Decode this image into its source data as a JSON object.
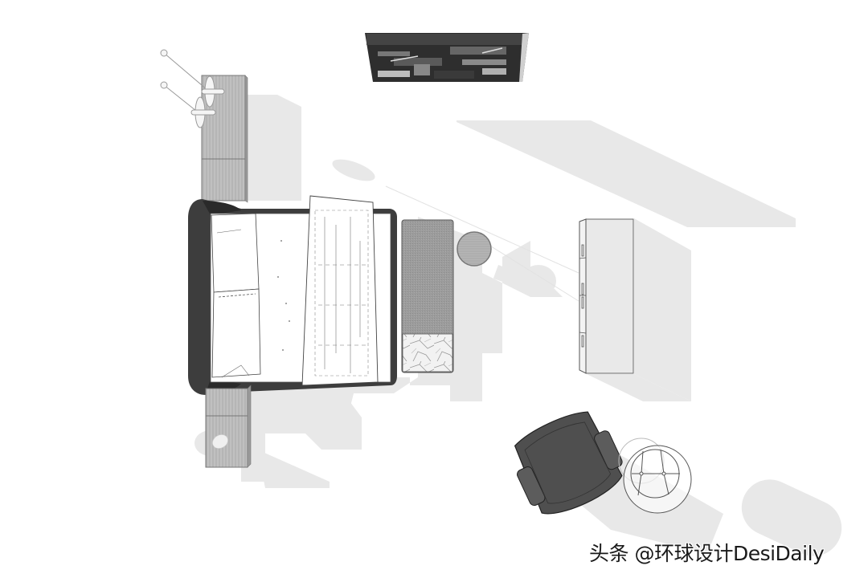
{
  "scene": {
    "type": "floor-plan",
    "title": "Bedroom top-down furniture plan",
    "view": "top-down with cast shadows",
    "colors": {
      "background": "#ffffff",
      "shadow": "#e8e8e8",
      "bed_frame": "#3d3d3d",
      "linen": "#ffffff",
      "wood": "#b8b8b8",
      "bench_fabric": "#9a9a9a",
      "chair": "#555555",
      "outline": "#333333"
    }
  },
  "objects": [
    {
      "id": "rug-artwork",
      "label": "Patterned panel / artwork",
      "position": "top center"
    },
    {
      "id": "wall-sconces",
      "label": "Two wall sconce lamps",
      "count": 2
    },
    {
      "id": "tall-cabinet-left",
      "label": "Wooden headboard cabinet"
    },
    {
      "id": "bed",
      "label": "Double bed with pillows and folded throw"
    },
    {
      "id": "bench",
      "label": "Upholstered bench with marble end"
    },
    {
      "id": "side-table-round",
      "label": "Round side table"
    },
    {
      "id": "nightstand",
      "label": "Wooden nightstand with lamp"
    },
    {
      "id": "wardrobe",
      "label": "Wardrobe with handles",
      "handles": 4
    },
    {
      "id": "armchair",
      "label": "Dark lounge armchair"
    },
    {
      "id": "floor-lamp",
      "label": "Round floor lamp / side table"
    }
  ],
  "watermark": {
    "text": "头条 @环球设计DesiDaily"
  }
}
